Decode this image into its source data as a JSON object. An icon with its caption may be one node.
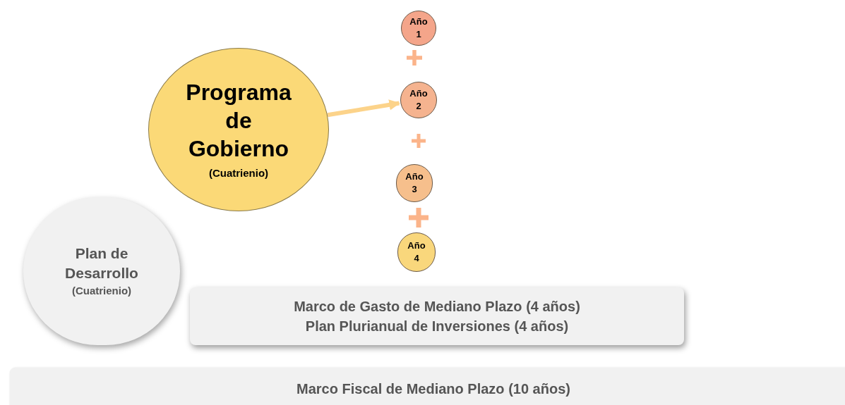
{
  "diagram": {
    "nodes": [
      {
        "text": [
          "Programa de Gobierno",
          "(Cuatrienio)"
        ]
      },
      {
        "text": [
          "Año 1"
        ]
      },
      {
        "text": [
          "Año 2"
        ]
      },
      {
        "text": [
          "Año 3"
        ]
      },
      {
        "text": [
          "Año 4"
        ]
      },
      {
        "text": [
          "Plan de Desarrollo",
          "(Cuatrienio)"
        ]
      },
      {
        "text": [
          "Marco de Gasto de Mediano Plazo (4 años)",
          "Plan Plurianual de Inversiones (4 años)"
        ]
      },
      {
        "text": [
          "Marco Fiscal de Mediano Plazo (10 años)"
        ]
      }
    ],
    "edges": [
      {
        "from": 0,
        "to": 2,
        "arrow": "to"
      }
    ]
  }
}
